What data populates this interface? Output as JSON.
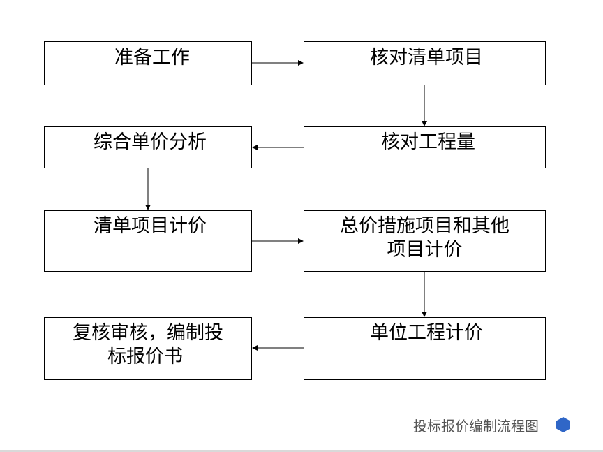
{
  "diagram": {
    "steps": {
      "prep": "准备工作",
      "check_items": "核对清单项目",
      "unit_price_analysis": "综合单价分析",
      "check_quantity": "核对工程量",
      "item_pricing": "清单项目计价",
      "measures_line1": "总价措施项目和其他",
      "measures_line2": "项目计价",
      "review_line1": "复核审核，编制投",
      "review_line2": "标报价书",
      "unit_project_pricing": "单位工程计价"
    }
  },
  "caption": "投标报价编制流程图",
  "colors": {
    "stroke": "#000000",
    "caption": "#555555",
    "badge": "#2f66c7"
  }
}
